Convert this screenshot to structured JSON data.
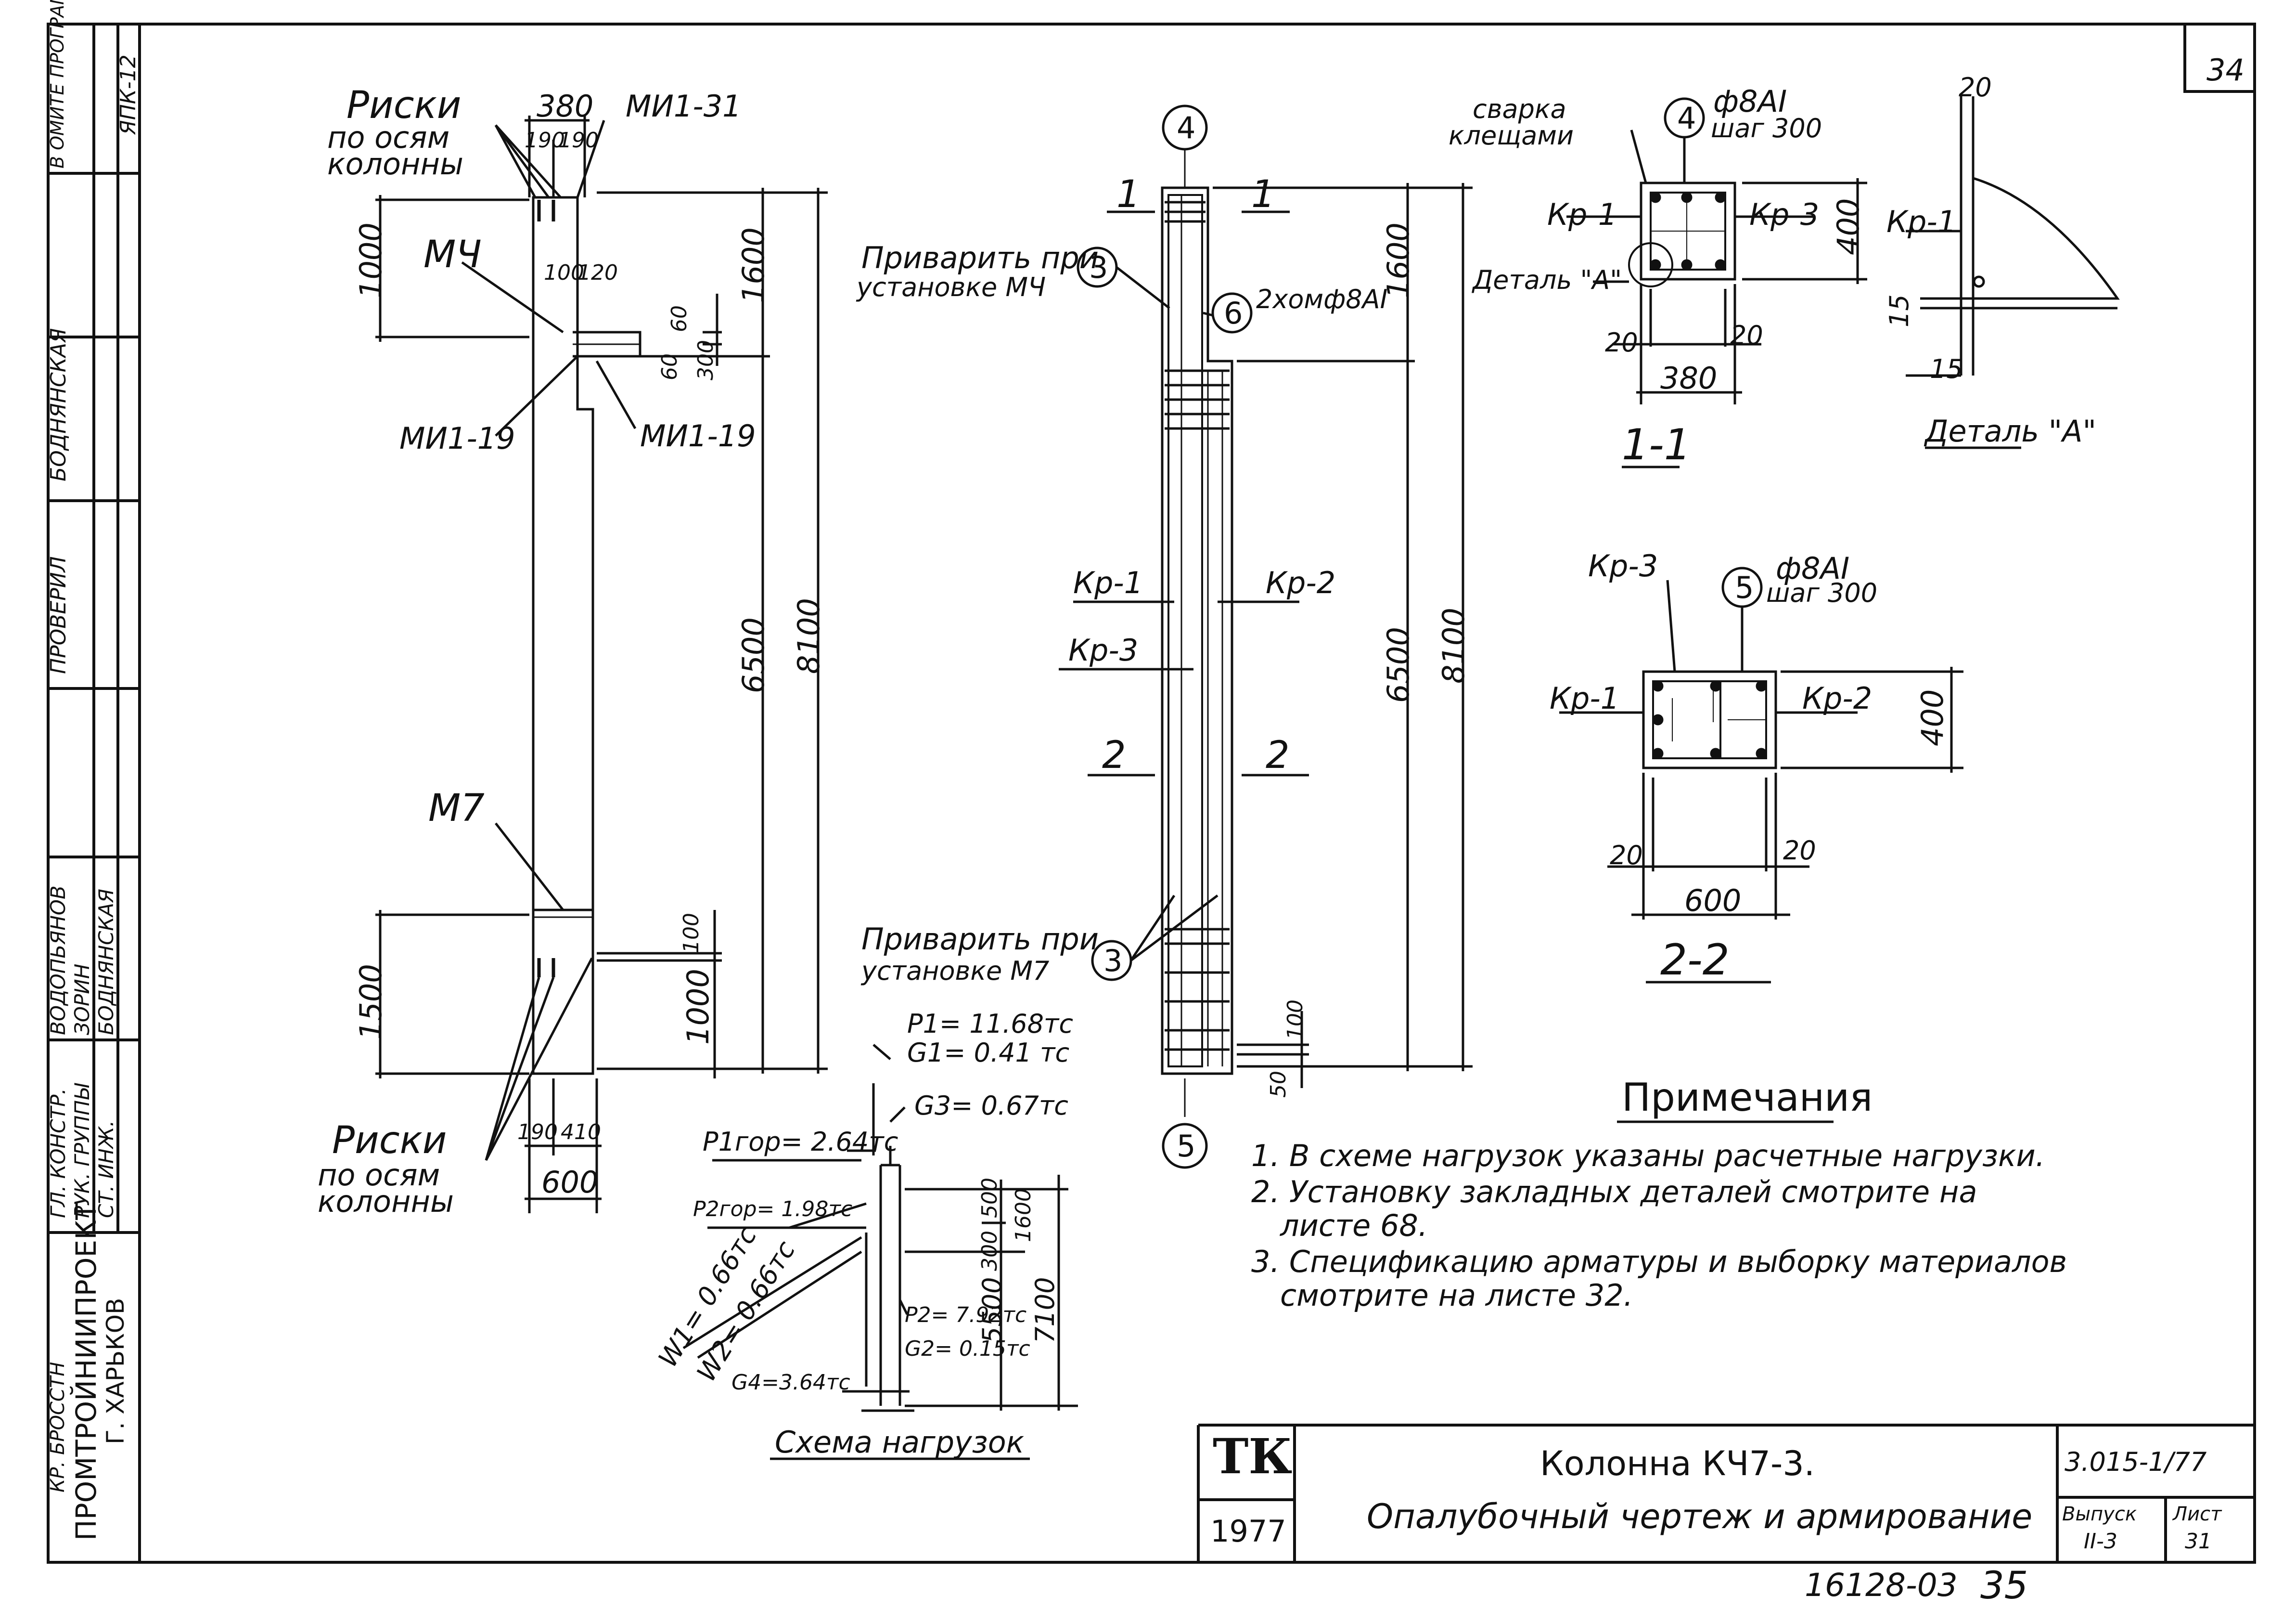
{
  "sheet": {
    "number_corner": "34",
    "bottom_stamp": "16128-03",
    "bottom_page": "35"
  },
  "stamp": {
    "row_labels": [
      "ГЛ. КОНСТР.",
      "РУК. ГРУППЫ",
      "СТ. ИНЖ."
    ],
    "row_names": [
      "ВОДОПЬЯНОВ",
      "ЗОРИН",
      "БОДНЯНСКАЯ"
    ],
    "checked_label": "ПРОВЕРИЛ",
    "checked_name": "БОДНЯНСКАЯ",
    "program_label": "В ОМИТЕ ПРОГРАММЫ",
    "program_value": "ЯПК-12",
    "org_line1": "ПРОМТРОЙНИИПРОЕКТ",
    "org_line2": "Г. ХАРЬКОВ",
    "org_top": "КР. БРОССТН"
  },
  "title_block": {
    "logo": "ТК",
    "year": "1977",
    "title_line1": "Колонна КЧ7-3.",
    "title_line2": "Опалубочный чертеж и армирование",
    "code": "3.015-1/77",
    "issue_label": "Выпуск",
    "issue_value": "II-3",
    "sheet_label": "Лист",
    "sheet_value": "31"
  },
  "formwork": {
    "riski_top": "Риски",
    "riski_top_sub1": "по осям",
    "riski_top_sub2": "колонны",
    "dim_380": "380",
    "dim_190a": "190",
    "dim_190b": "190",
    "mi_31": "МИ1-31",
    "m4": "МЧ",
    "dim_1000": "1000",
    "dim_100": "100",
    "dim_120": "120",
    "dim_60a": "60",
    "dim_60b": "60",
    "dim_300": "300",
    "mi_19_left": "МИ1-19",
    "mi_19_right": "МИ1-19",
    "dim_1600": "1600",
    "dim_6500": "6500",
    "dim_8100": "8100",
    "m7": "М7",
    "dim_1500": "1500",
    "dim_100b": "100",
    "dim_1000b": "1000",
    "riski_bot": "Риски",
    "riski_bot_sub1": "по осям",
    "riski_bot_sub2": "колонны",
    "dim_190c": "190",
    "dim_410": "410",
    "dim_600": "600"
  },
  "reinforcement": {
    "circle_4": "4",
    "circle_5": "5",
    "circle_6": "6",
    "circle_3a": "3",
    "circle_3b": "3",
    "cut1_left": "1",
    "cut1_right": "1",
    "cut2_left": "2",
    "cut2_right": "2",
    "weld_note_top1": "Приварить при",
    "weld_note_top2": "установке МЧ",
    "weld_note_bot1": "Приварить при",
    "weld_note_bot2": "установке М7",
    "clamp_note": "2хомф8АI",
    "kr1": "Кр-1",
    "kr2": "Кр-2",
    "kr3": "Кр-3",
    "dim_1600": "1600",
    "dim_6500": "6500",
    "dim_8100": "8100",
    "dim_100": "100",
    "dim_50": "50"
  },
  "section_1_1": {
    "weld1": "сварка",
    "weld2": "клещами",
    "circle": "4",
    "rebar": "ф8АI",
    "step": "шаг 300",
    "kr1": "Кр-1",
    "kr3": "Кр-3",
    "detail": "Деталь \"А\"",
    "dim_400": "400",
    "dim_20a": "20",
    "dim_20b": "20",
    "dim_380": "380",
    "label": "1-1"
  },
  "detail_a": {
    "dim_20": "20",
    "kr1": "Кр-1",
    "dim_15a": "15",
    "dim_15b": "15",
    "label": "Деталь \"А\""
  },
  "section_2_2": {
    "kr3": "Кр-3",
    "circle": "5",
    "rebar": "ф8АI",
    "step": "шаг 300",
    "kr1": "Кр-1",
    "kr2": "Кр-2",
    "dim_400": "400",
    "dim_20a": "20",
    "dim_20b": "20",
    "dim_600": "600",
    "label": "2-2"
  },
  "loads": {
    "p1": "P1= 11.68тс",
    "g1": "G1= 0.41 тс",
    "g3": "G3= 0.67тс",
    "p1hor": "P1гор= 2.64тс",
    "p2hor": "P2гор= 1.98тс",
    "w1": "W1= 0.66тс",
    "w2": "W2= 0.66тс",
    "p2": "P2= 7.92тс",
    "g2": "G2= 0.15тс",
    "g4": "G4=3.64тс",
    "dim_500": "500",
    "dim_300": "300",
    "dim_1600": "1600",
    "dim_5500": "5500",
    "dim_7100": "7100",
    "caption": "Схема нагрузок"
  },
  "notes": {
    "heading": "Примечания",
    "n1": "1. В схеме нагрузок указаны расчетные нагрузки.",
    "n2a": "2. Установку закладных деталей смотрите на",
    "n2b": "листе 68.",
    "n3a": "3. Спецификацию арматуры и выборку материалов",
    "n3b": "смотрите на листе 32."
  }
}
